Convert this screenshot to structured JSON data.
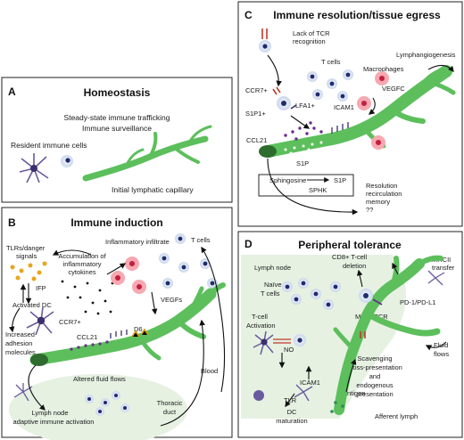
{
  "panels": {
    "A": {
      "letter": "A",
      "title": "Homeostasis",
      "lines": [
        "Steady-state immune trafficking",
        "Immune surveillance"
      ],
      "labels": [
        "Resident immune cells",
        "Initial lymphatic capillary"
      ]
    },
    "B": {
      "letter": "B",
      "title": "Immune induction",
      "labels": [
        "TLRs/danger",
        "signals",
        "Inflammatory infiltrate",
        "Accumulation of",
        "inflammatory",
        "cytokines",
        "T cells",
        "IFP",
        "Activated DC",
        "CCR7+",
        "CCL21",
        "D6",
        "VEGFs",
        "Increased",
        "adhesion",
        "molecules",
        "Altered fluid flows",
        "Blood",
        "Lymph node",
        "adaptive immune activation",
        "Thoracic",
        "duct"
      ]
    },
    "C": {
      "letter": "C",
      "title": "Immune resolution/tissue egress",
      "labels": [
        "Lack of TCR",
        "recognition",
        "T cells",
        "Lymphangiogenesis",
        "Macrophages",
        "CCR7+",
        "LFA1+",
        "S1P1+",
        "VEGFC",
        "ICAM1",
        "CCL21",
        "S1P",
        "Sphingosine",
        "S1P",
        "SPHK",
        "Resolution",
        "recirculation",
        "memory",
        "??"
      ]
    },
    "D": {
      "letter": "D",
      "title": "Peripheral tolerance",
      "labels": [
        "Lymph node",
        "CD8+ T-cell",
        "deletion",
        "MHCII",
        "transfer",
        "Naïve",
        "T cells",
        "PD-1/PD-L1",
        "T-cell",
        "Activation",
        "MHCI/TCR",
        "NO",
        "Fluid",
        "flows",
        "Scavenging",
        "cross-presentation",
        "and",
        "endogenous",
        "presentation",
        "ICAM1",
        "TLR",
        "Antigen",
        "DC",
        "maturation",
        "Afferent lymph"
      ]
    }
  },
  "colors": {
    "vessel": "#5cbf5c",
    "halo": "#e6f1e2",
    "tcell": "#dde6f5",
    "tcell_nucleus": "#1f2a6e",
    "dc": "#6a5a9e",
    "macrophage": "#f7a8b0",
    "ccl21": "#6a2c8c",
    "danger": "#e8a51c",
    "receptor_red": "#c0392b"
  }
}
